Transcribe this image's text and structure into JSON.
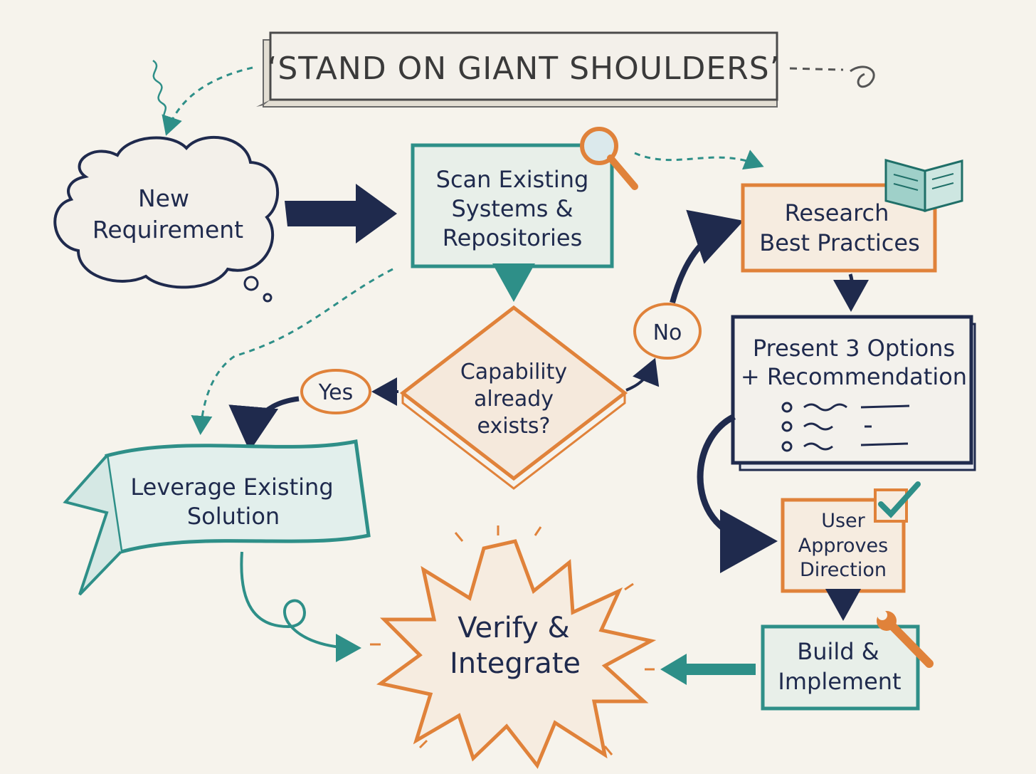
{
  "title": "‘STAND ON GIANT SHOULDERS’",
  "nodes": {
    "new_requirement": {
      "line1": "New",
      "line2": "Requirement"
    },
    "scan": {
      "line1": "Scan Existing",
      "line2": "Systems &",
      "line3": "Repositories"
    },
    "decision": {
      "line1": "Capability",
      "line2": "already",
      "line3": "exists?"
    },
    "yes": "Yes",
    "no": "No",
    "research": {
      "line1": "Research",
      "line2": "Best Practices"
    },
    "present": {
      "line1": "Present 3 Options",
      "line2": "+ Recommendation"
    },
    "approve": {
      "line1": "User",
      "line2": "Approves",
      "line3": "Direction"
    },
    "build": {
      "line1": "Build &",
      "line2": "Implement"
    },
    "leverage": {
      "line1": "Leverage Existing",
      "line2": "Solution"
    },
    "verify": {
      "line1": "Verify &",
      "line2": "Integrate"
    }
  },
  "colors": {
    "navy": "#1f2a4d",
    "teal": "#2e8f88",
    "orange": "#e0823a",
    "paper": "#f6f3ec"
  }
}
